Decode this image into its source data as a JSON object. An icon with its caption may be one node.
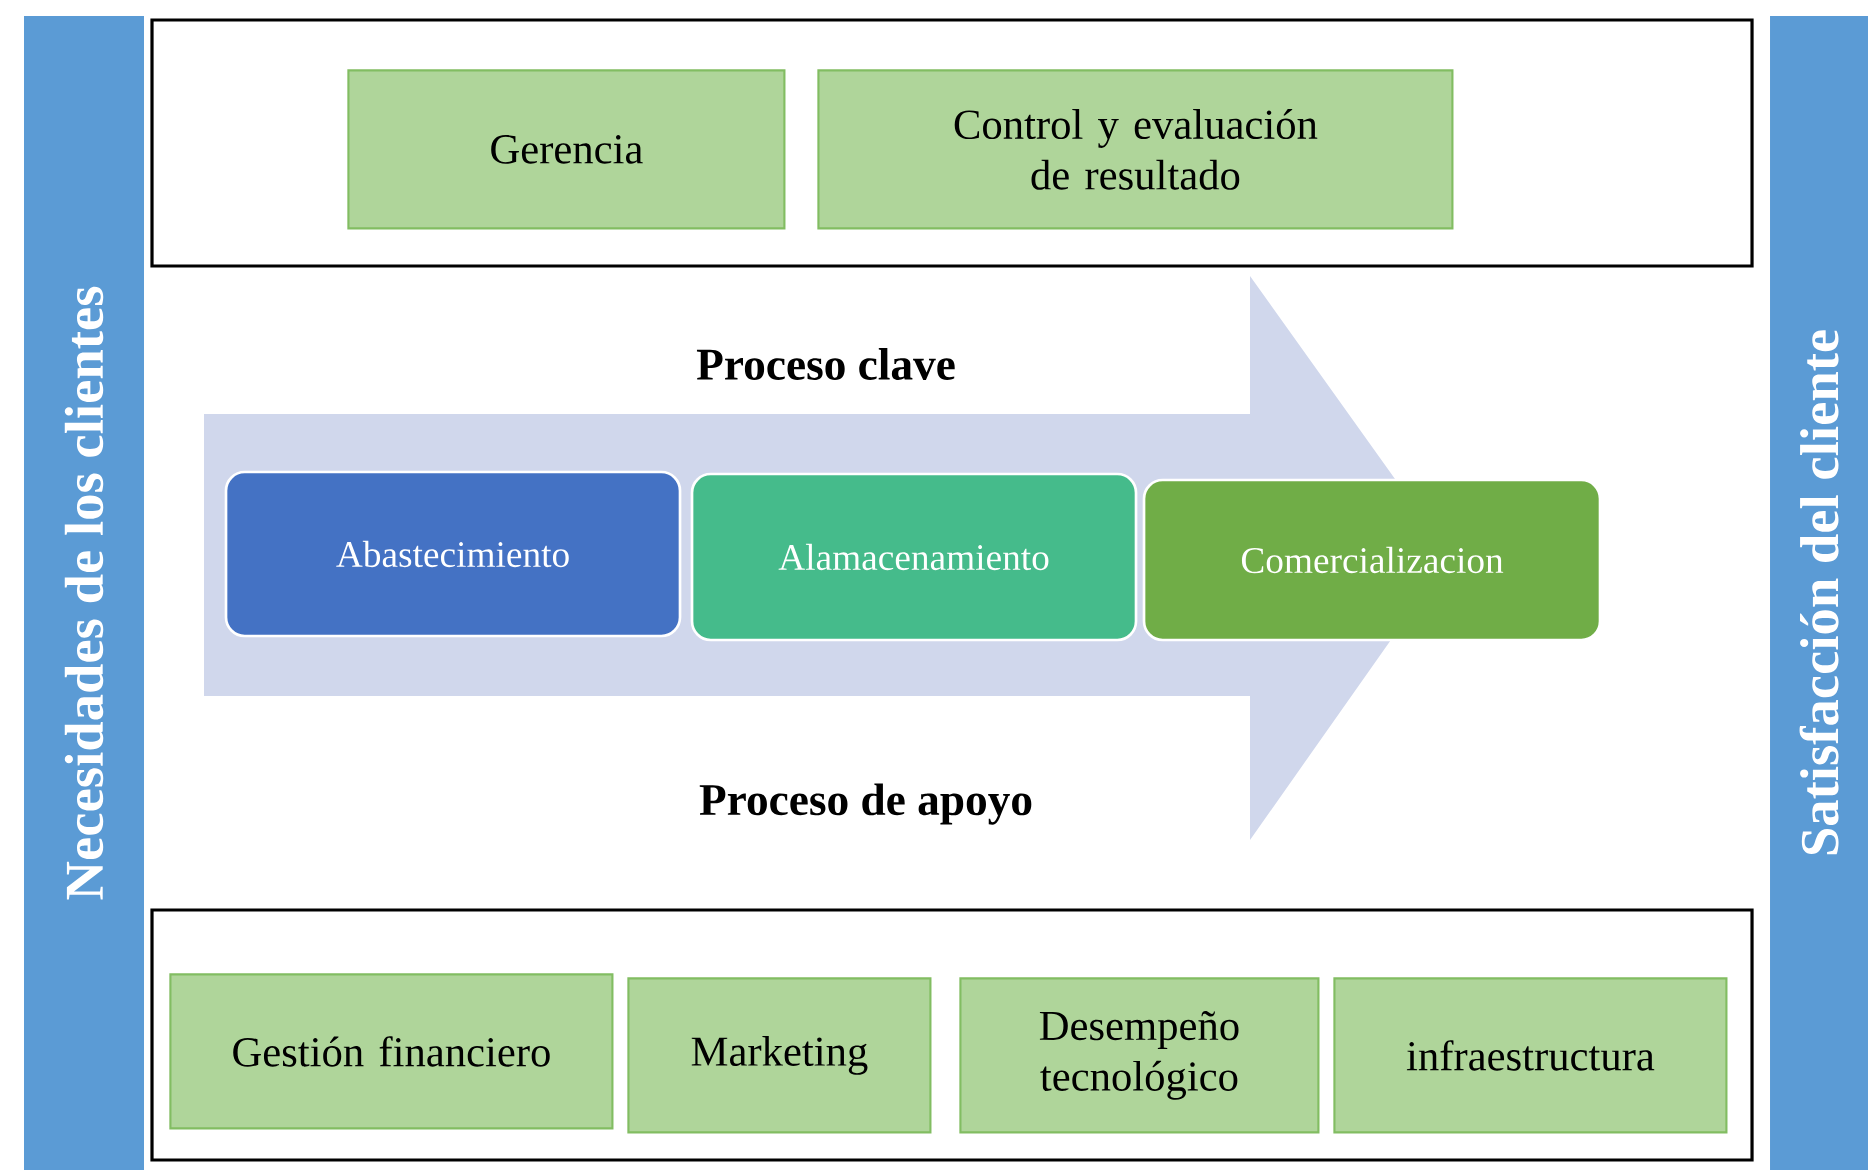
{
  "diagram": {
    "nodes": [
      {
        "text": [
          "Necesidades de los clientes"
        ]
      },
      {
        "text": [],
        "shape": "box"
      },
      {
        "text": [
          "Gerencia"
        ],
        "in": 1
      },
      {
        "text": [
          "Control y evaluación de resultado"
        ],
        "in": 1
      },
      {
        "text": [
          "Abastecimiento"
        ]
      },
      {
        "text": [
          "Alamacenamiento"
        ]
      },
      {
        "text": [
          "Comercializacion"
        ]
      },
      {
        "text": [],
        "shape": "box"
      },
      {
        "text": [
          "Gestión financiero"
        ],
        "in": 7
      },
      {
        "text": [
          "Marketing"
        ],
        "in": 7
      },
      {
        "text": [
          "Desempeño tecnológico"
        ],
        "in": 7
      },
      {
        "text": [
          "infraestructura"
        ],
        "in": 7
      },
      {
        "text": [
          "Satisfacción del cliente"
        ]
      }
    ],
    "edges": [],
    "labels": [
      "Proceso clave",
      "Proceso de apoyo"
    ]
  }
}
